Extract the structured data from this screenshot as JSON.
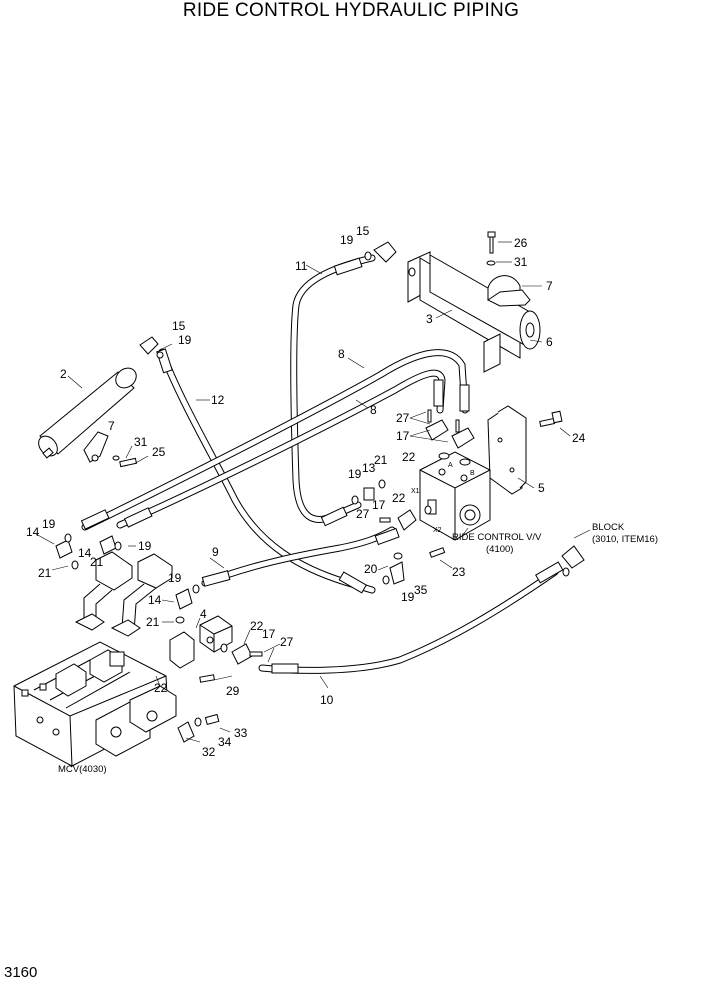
{
  "title": "RIDE CONTROL HYDRAULIC PIPING",
  "page_number": "3160",
  "notes": {
    "ride_control_valve_line1": "RIDE CONTROL V/V",
    "ride_control_valve_line2": "(4100)",
    "block_line1": "BLOCK",
    "block_line2": "(3010, ITEM16)",
    "mcv": "MCV(4030)",
    "port_a": "A",
    "port_b": "B",
    "port_x1": "X1",
    "port_x2": "X2"
  },
  "callouts": {
    "c15a": "15",
    "c19a": "19",
    "c26": "26",
    "c31a": "31",
    "c11": "11",
    "c7a": "7",
    "c3": "3",
    "c6": "6",
    "c15b": "15",
    "c19b": "19",
    "c2": "2",
    "c12": "12",
    "c8a": "8",
    "c8b": "8",
    "c7b": "7",
    "c31b": "31",
    "c25": "25",
    "c27a": "27",
    "c17a": "17",
    "c24": "24",
    "c22a": "22",
    "c5": "5",
    "c19c": "19",
    "c13": "13",
    "c21a": "21",
    "c22b": "22",
    "c27b": "27",
    "c17b": "17",
    "c14a": "14",
    "c19d": "19",
    "c21b": "21",
    "c14b": "14",
    "c21c": "21",
    "c19e": "19",
    "c9": "9",
    "c20": "20",
    "c23": "23",
    "c19f": "19",
    "c35": "35",
    "c19g": "19",
    "c14c": "14",
    "c21d": "21",
    "c4": "4",
    "c22c": "22",
    "c17c": "17",
    "c27c": "27",
    "c22d": "22",
    "c29": "29",
    "c10": "10",
    "c33": "33",
    "c34": "34",
    "c32": "32"
  }
}
